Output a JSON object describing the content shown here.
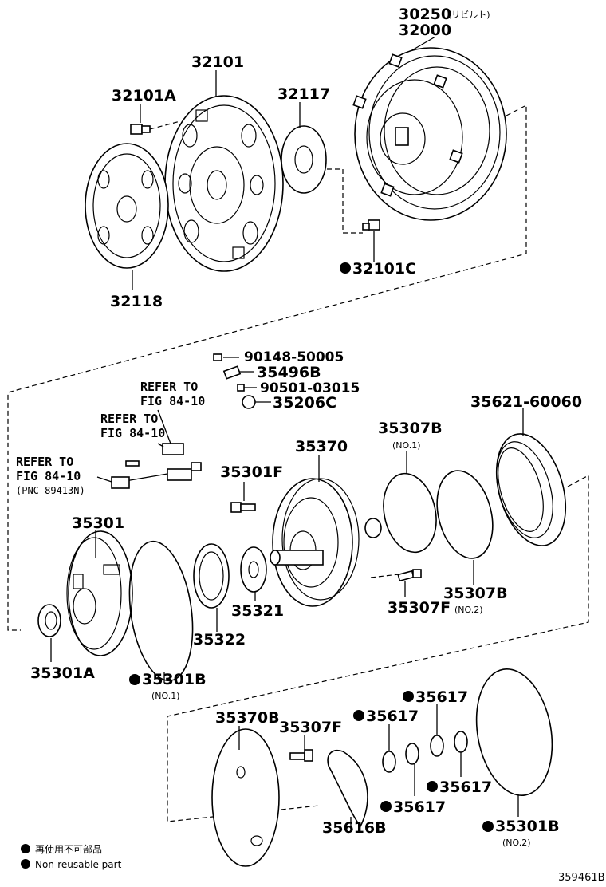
{
  "parts": {
    "p30250": "30250",
    "p30250_note": "(リビルト)",
    "p32000": "32000",
    "p32101": "32101",
    "p32101A": "32101A",
    "p32117": "32117",
    "p32118": "32118",
    "p32101C": "32101C",
    "p90148": "90148-50005",
    "p35496B": "35496B",
    "p90501": "90501-03015",
    "p35206C": "35206C",
    "p35621": "35621-60060",
    "p35370": "35370",
    "p35307B_1": "35307B",
    "p35307B_1_note": "(NO.1)",
    "p35301F": "35301F",
    "p35301": "35301",
    "p35307B_2": "35307B",
    "p35307B_2_note": "(NO.2)",
    "p35307F_1": "35307F",
    "p35321": "35321",
    "p35322": "35322",
    "p35301A": "35301A",
    "p35301B_1": "35301B",
    "p35301B_1_note": "(NO.1)",
    "p35370B": "35370B",
    "p35307F_2": "35307F",
    "p35617_a": "35617",
    "p35617_b": "35617",
    "p35617_c": "35617",
    "p35617_d": "35617",
    "p35616B": "35616B",
    "p35301B_2": "35301B",
    "p35301B_2_note": "(NO.2)"
  },
  "refs": {
    "ref1_line1": "REFER TO",
    "ref1_line2": "FIG 84-10",
    "ref2_line1": "REFER TO",
    "ref2_line2": "FIG 84-10",
    "ref3_line1": "REFER TO",
    "ref3_line2": "FIG 84-10",
    "ref3_line3": "(PNC 89413N)"
  },
  "legend": {
    "jp": "再使用不可部品",
    "en": "Non-reusable part"
  },
  "diagram_code": "359461B"
}
